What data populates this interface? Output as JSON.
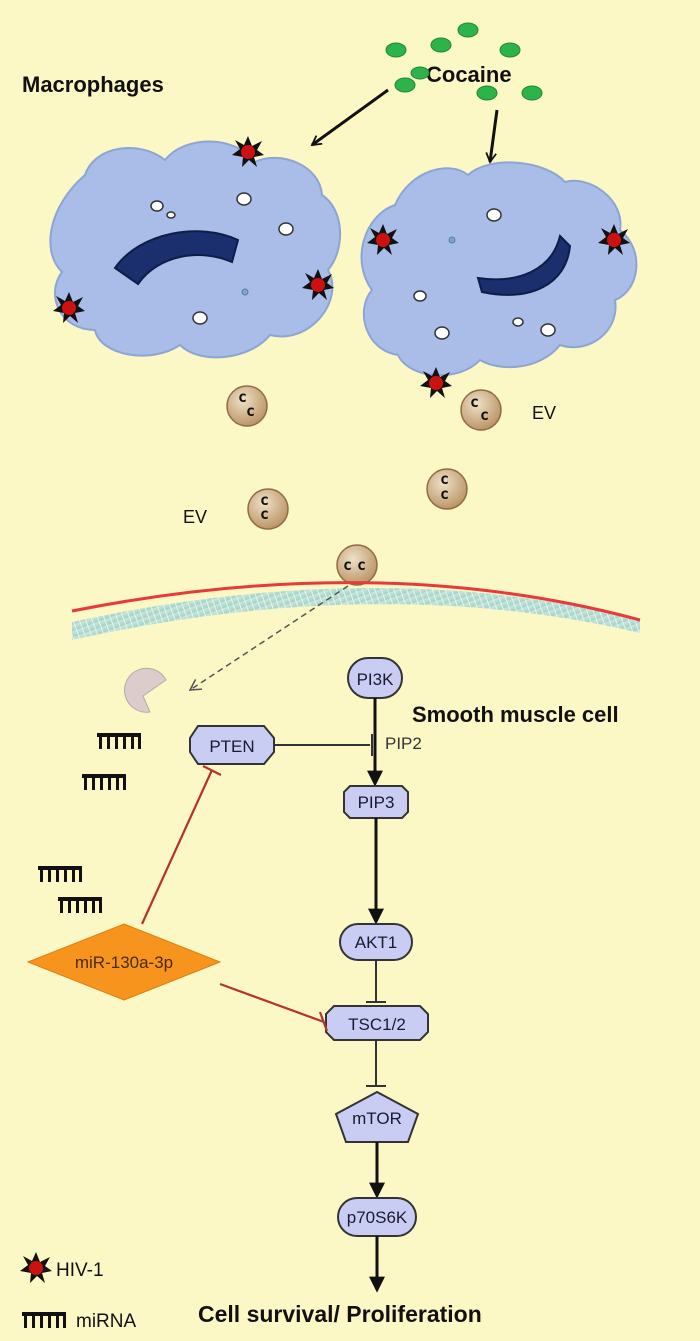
{
  "labels": {
    "macrophages": "Macrophages",
    "cocaine": "Cocaine",
    "ev_right": "EV",
    "ev_left": "EV",
    "smooth_muscle_cell": "Smooth muscle cell",
    "pip2": "PIP2",
    "cell_survival": "Cell survival/ Proliferation"
  },
  "nodes": {
    "pi3k": "PI3K",
    "pten": "PTEN",
    "pip3": "PIP3",
    "akt1": "AKT1",
    "tsc": "TSC1/2",
    "mtor": "mTOR",
    "p70s6k": "p70S6K",
    "mir": "miR-130a-3p"
  },
  "legend": {
    "hiv": "HIV-1",
    "mirna": "miRNA"
  },
  "ev_glyph": "c",
  "colors": {
    "background": "#fbf8c6",
    "cell": "#a9bde8",
    "nucleus": "#1b2f6e",
    "cocaine": "#2db34a",
    "hiv": "#cc1111",
    "ev": "#c9a77f",
    "membrane": "#e83a3a",
    "node": "#c9cdf3",
    "mir": "#f7941d",
    "inhibit_red": "#b5332a"
  }
}
